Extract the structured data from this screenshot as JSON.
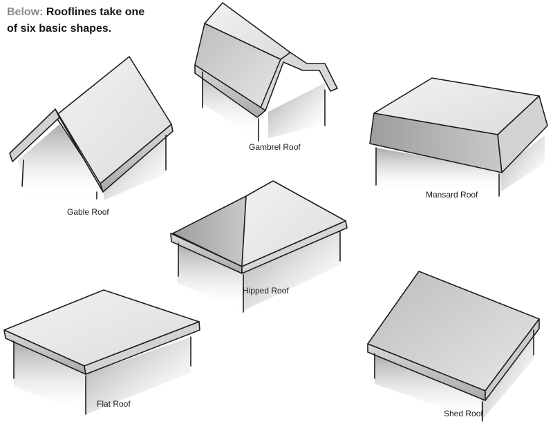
{
  "caption": {
    "lead": "Below:",
    "line1": "Rooflines take one",
    "line2": "of six basic shapes."
  },
  "roofs": [
    {
      "label": "Gable Roof"
    },
    {
      "label": "Gambrel Roof"
    },
    {
      "label": "Mansard Roof"
    },
    {
      "label": "Hipped Roof"
    },
    {
      "label": "Flat Roof"
    },
    {
      "label": "Shed Roof"
    }
  ]
}
